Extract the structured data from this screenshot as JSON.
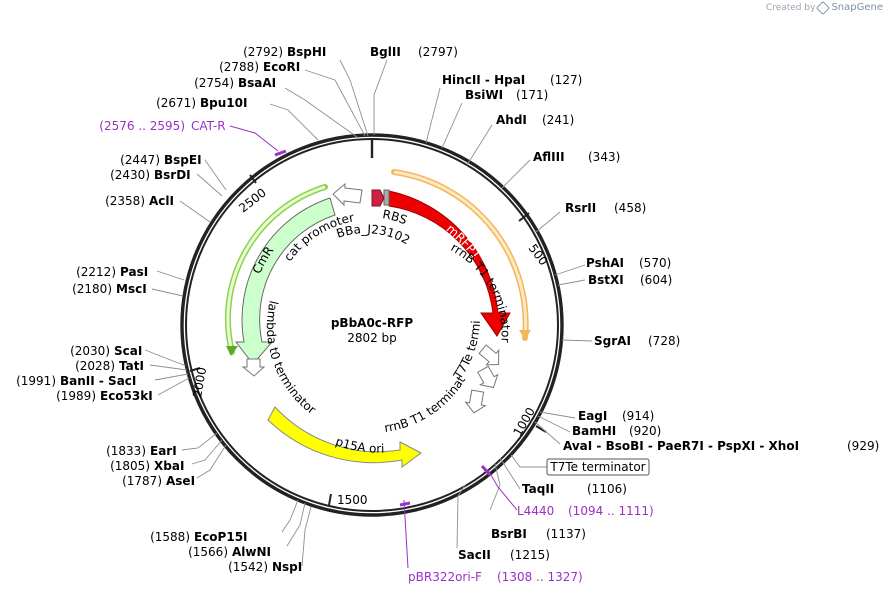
{
  "credit": {
    "created_by": "Created by",
    "brand": "SnapGene"
  },
  "plasmid": {
    "name": "pBbA0c-RFP",
    "size": "2802 bp"
  },
  "ticks": [
    "500",
    "1000",
    "1500",
    "2000",
    "2500"
  ],
  "sites": [
    {
      "name": "BspHI",
      "pos": "(2792)"
    },
    {
      "name": "EcoRI",
      "pos": "(2788)"
    },
    {
      "name": "BsaAI",
      "pos": "(2754)"
    },
    {
      "name": "Bpu10I",
      "pos": "(2671)"
    },
    {
      "name": "BglII",
      "pos": "(2797)"
    },
    {
      "name": "HincII - HpaI",
      "pos": "(127)"
    },
    {
      "name": "BsiWI",
      "pos": "(171)"
    },
    {
      "name": "AhdI",
      "pos": "(241)"
    },
    {
      "name": "AflIII",
      "pos": "(343)"
    },
    {
      "name": "RsrII",
      "pos": "(458)"
    },
    {
      "name": "PshAI",
      "pos": "(570)"
    },
    {
      "name": "BstXI",
      "pos": "(604)"
    },
    {
      "name": "SgrAI",
      "pos": "(728)"
    },
    {
      "name": "EagI",
      "pos": "(914)"
    },
    {
      "name": "BamHI",
      "pos": "(920)"
    },
    {
      "name": "AvaI - BsoBI - PaeR7I - PspXI - XhoI",
      "pos": "(929)"
    },
    {
      "name": "TaqII",
      "pos": "(1106)"
    },
    {
      "name": "BsrBI",
      "pos": "(1137)"
    },
    {
      "name": "SacII",
      "pos": "(1215)"
    },
    {
      "name": "NspI",
      "pos": "(1542)"
    },
    {
      "name": "AlwNI",
      "pos": "(1566)"
    },
    {
      "name": "EcoP15I",
      "pos": "(1588)"
    },
    {
      "name": "AseI",
      "pos": "(1787)"
    },
    {
      "name": "XbaI",
      "pos": "(1805)"
    },
    {
      "name": "EarI",
      "pos": "(1833)"
    },
    {
      "name": "Eco53kI",
      "pos": "(1989)"
    },
    {
      "name": "BanII - SacI",
      "pos": "(1991)"
    },
    {
      "name": "TatI",
      "pos": "(2028)"
    },
    {
      "name": "ScaI",
      "pos": "(2030)"
    },
    {
      "name": "MscI",
      "pos": "(2180)"
    },
    {
      "name": "PasI",
      "pos": "(2212)"
    },
    {
      "name": "AclI",
      "pos": "(2358)"
    },
    {
      "name": "BsrDI",
      "pos": "(2430)"
    },
    {
      "name": "BspEI",
      "pos": "(2447)"
    }
  ],
  "primers": [
    {
      "name": "CAT-R",
      "pos": "(2576 .. 2595)"
    },
    {
      "name": "L4440",
      "pos": "(1094 .. 1111)"
    },
    {
      "name": "pBR322ori-F",
      "pos": "(1308 .. 1327)"
    }
  ],
  "features": {
    "mrfp1": "mRFP1",
    "rbs": "RBS",
    "promoter_j23102": "BBa_J23102",
    "cat_promoter": "cat promoter",
    "cmr": "CmR",
    "lambda_t0": "lambda t0 terminator",
    "p15a_ori": "p15A ori",
    "rrnb_t1_top": "rrnB T1 terminator",
    "rrnb_t1_bottom": "rrnB T1 terminator",
    "t7te_inner": "T7Te terminator",
    "t7te_box": "T7Te terminator"
  },
  "colors": {
    "mrfp1": "#ee0000",
    "cmr": "#ccffcc",
    "p15a_ori": "#ffff00",
    "rbs": "#cc2244",
    "primer": "#9b30c7",
    "backbone": "#222222"
  }
}
